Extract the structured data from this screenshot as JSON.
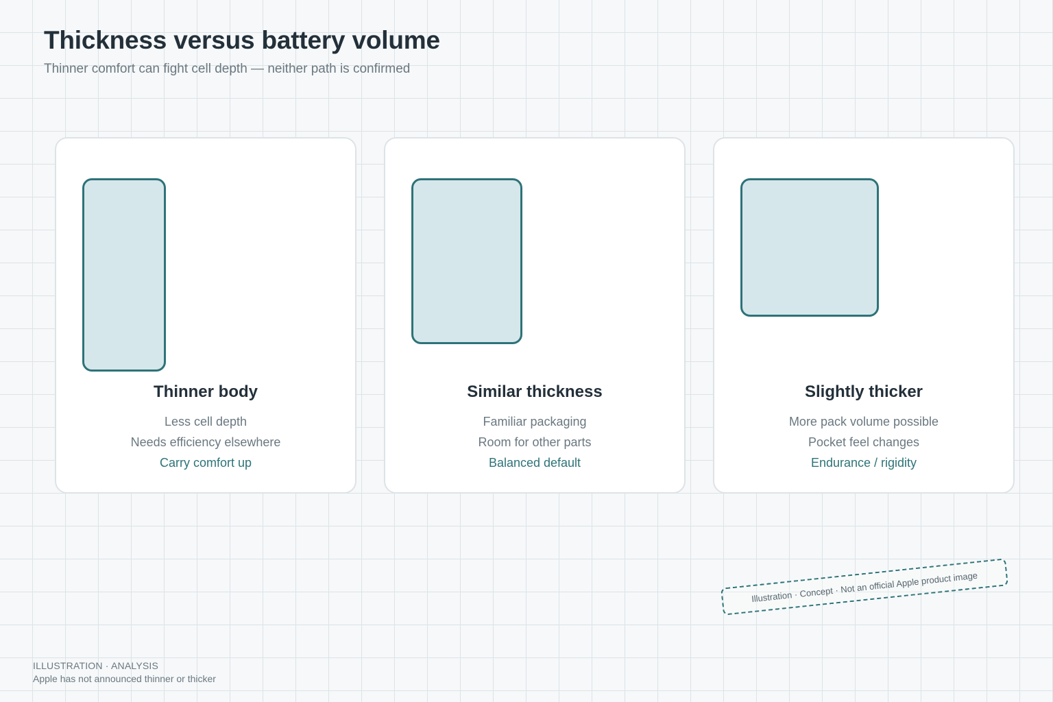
{
  "header": {
    "title": "Thickness versus battery volume",
    "subtitle": "Thinner comfort can fight cell depth — neither path is confirmed"
  },
  "cards": [
    {
      "title": "Thinner body",
      "lines": [
        "Less cell depth",
        "Needs efficiency elsewhere"
      ],
      "highlight": "Carry comfort up"
    },
    {
      "title": "Similar thickness",
      "lines": [
        "Familiar packaging",
        "Room for other parts"
      ],
      "highlight": "Balanced default"
    },
    {
      "title": "Slightly thicker",
      "lines": [
        "More pack volume possible",
        "Pocket feel changes"
      ],
      "highlight": "Endurance / rigidity"
    }
  ],
  "stamp": {
    "text": "Illustration · Concept · Not an official Apple product image"
  },
  "footer": {
    "label": "ILLUSTRATION · ANALYSIS",
    "note": "Apple has not announced thinner or thicker"
  },
  "colors": {
    "accent": "#2d7378",
    "phone_fill": "#d6e7eb",
    "title_text": "#23303a",
    "muted_text": "#6a7880",
    "card_border": "#dde3e7",
    "background": "#f6f8f9"
  }
}
